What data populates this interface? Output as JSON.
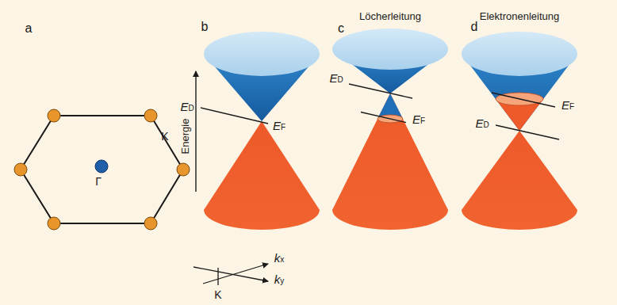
{
  "diagram": {
    "labels": [
      "Löcherleitung",
      "Elektronenleitung",
      "a",
      "b",
      "c",
      "d",
      "ED",
      "EF",
      "ED",
      "EF",
      "ED",
      "EF",
      "K",
      "Energie",
      "Γ",
      "kx",
      "ky",
      "K"
    ]
  }
}
